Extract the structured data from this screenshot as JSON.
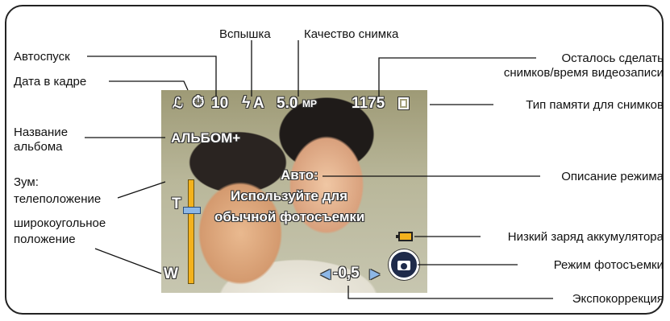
{
  "labels": {
    "flash": "Вспышка",
    "quality": "Качество снимка",
    "selftimer": "Автоспуск",
    "date_stamp": "Дата в кадре",
    "remaining_line1": "Осталось сделать",
    "remaining_line2": "снимков/время видеозаписи",
    "memory_type": "Тип памяти для снимков",
    "album_line1": "Название",
    "album_line2": "альбома",
    "zoom_line1": "Зум:",
    "zoom_line2": "телеположение",
    "zoom_line3": "широкоугольное",
    "zoom_line4": "положение",
    "mode_description": "Описание режима",
    "low_battery": "Низкий заряд аккумулятора",
    "capture_mode": "Режим фотосъемки",
    "exposure_comp": "Экспокоррекция"
  },
  "screen": {
    "selftimer_value": "10",
    "flash_value": "A",
    "quality_value": "5.0",
    "quality_unit": "MP",
    "count": "1175",
    "album_name": "АЛЬБОМ+",
    "mode_title": "Авто:",
    "mode_desc_line1": "Используйте для",
    "mode_desc_line2": "обычной фотосъемки",
    "zoom_tele": "T",
    "zoom_wide": "W",
    "zoom_level": 0.72,
    "exposure_value": "-0,5"
  },
  "colors": {
    "zoom_bar": "#f3b21c",
    "battery": "#f3b21c",
    "mode_icon": "#1e2a4a"
  }
}
